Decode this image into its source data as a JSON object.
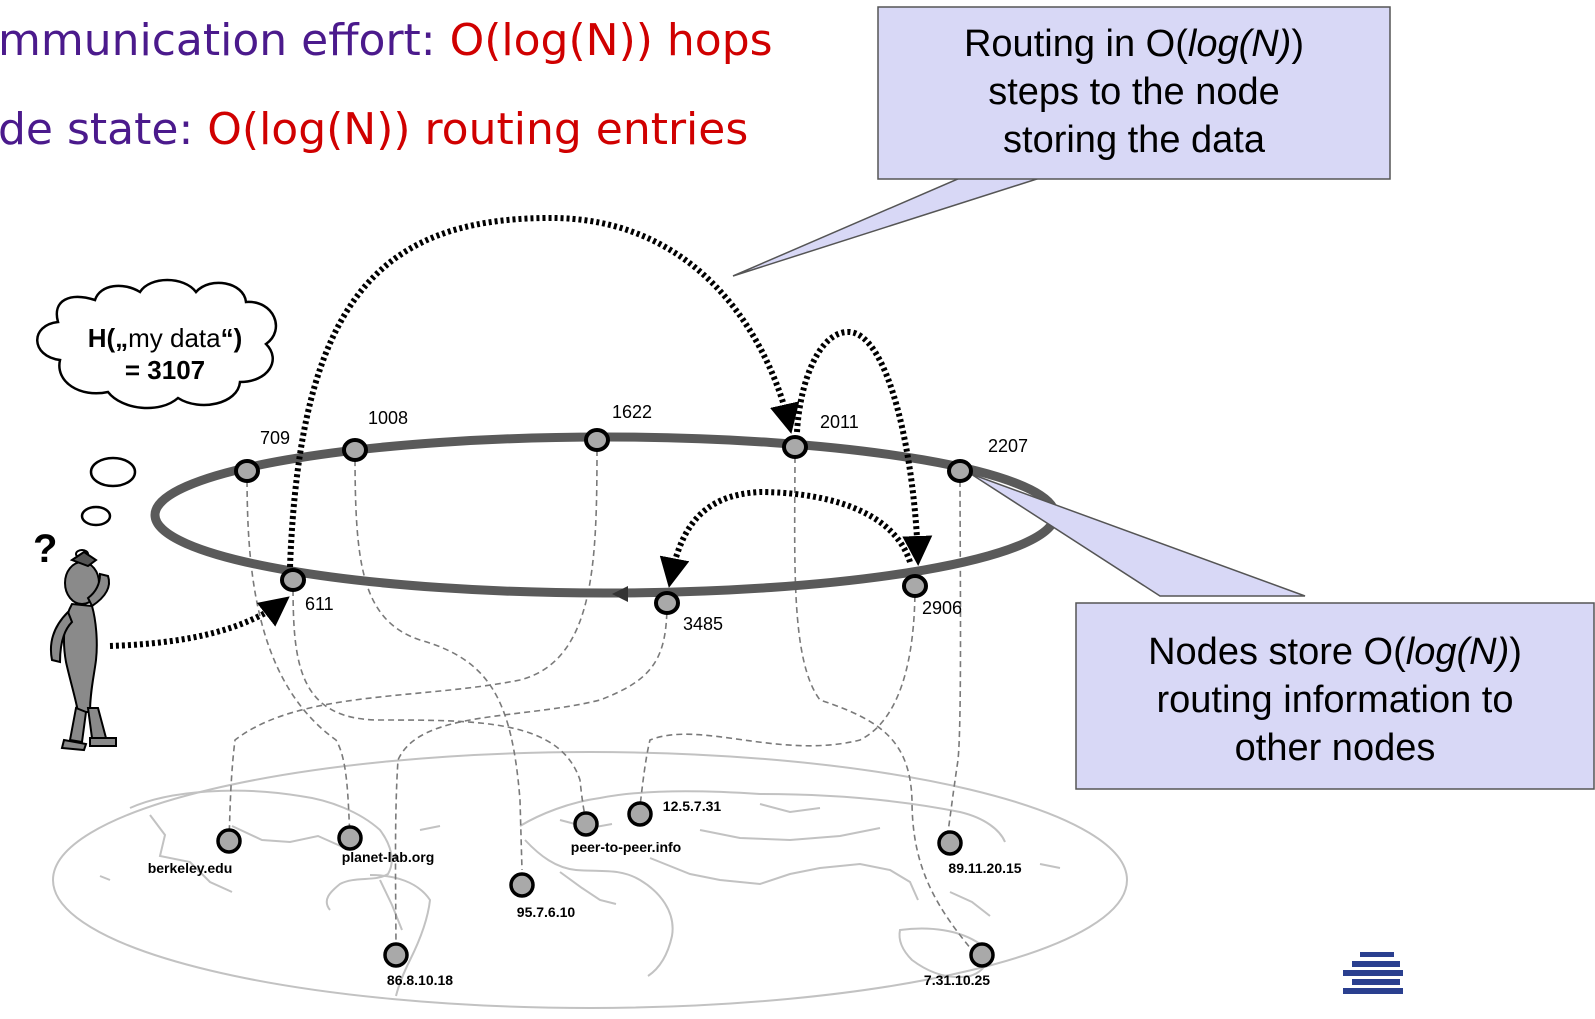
{
  "header": {
    "effort_label": "mmunication effort: ",
    "effort_value": "O(log(N)) hops",
    "state_label": "de state: ",
    "state_value": "O(log(N)) routing entries"
  },
  "callout_routing": {
    "line1_pre": "Routing in O(",
    "line1_em": "log(N)",
    "line1_post": ")",
    "line2": "steps to the node",
    "line3": "storing the data"
  },
  "callout_nodes": {
    "line1_pre": "Nodes store O(",
    "line1_em": "log(N)",
    "line1_post": ")",
    "line2": "routing information to",
    "line3": "other nodes"
  },
  "thought": {
    "hash_prefix": "H(",
    "hash_quote_open": "„",
    "hash_key": "my data",
    "hash_quote_close": "“)",
    "hash_result": "= 3107",
    "question_mark": "?"
  },
  "ring_nodes": [
    {
      "id": "709"
    },
    {
      "id": "1008"
    },
    {
      "id": "1622"
    },
    {
      "id": "2011"
    },
    {
      "id": "2207"
    },
    {
      "id": "611"
    },
    {
      "id": "3485"
    },
    {
      "id": "2906"
    }
  ],
  "physical_hosts": [
    {
      "label": "berkeley.edu"
    },
    {
      "label": "planet-lab.org"
    },
    {
      "label": "95.7.6.10"
    },
    {
      "label": "86.8.10.18"
    },
    {
      "label": "peer-to-peer.info"
    },
    {
      "label": "12.5.7.31"
    },
    {
      "label": "89.11.20.15"
    },
    {
      "label": "7.31.10.25"
    }
  ],
  "colors": {
    "ring": "#5a5a5a",
    "node_fill": "#a9a9a9",
    "callout_fill": "#d8d8f6",
    "headline_key": "#4b1a8c",
    "headline_value": "#d00000",
    "map_lines": "#bcbcbc",
    "logo": "#2a3f8f"
  }
}
